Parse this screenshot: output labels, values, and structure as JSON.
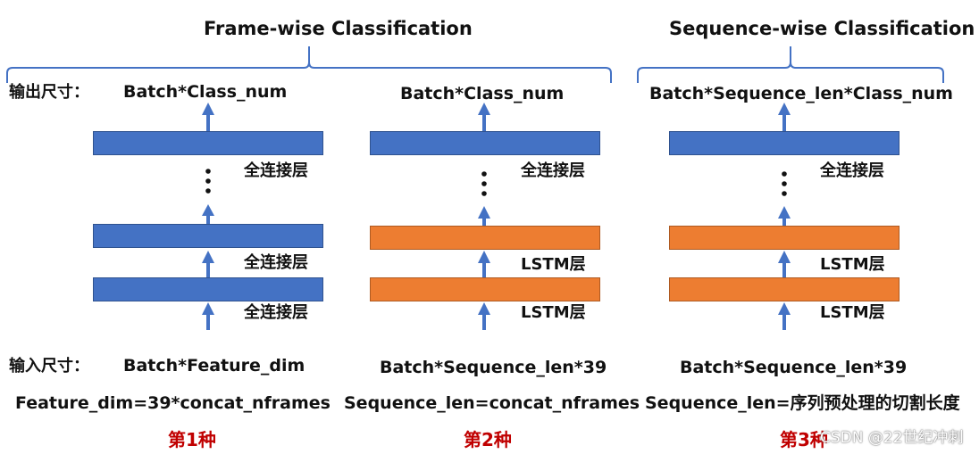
{
  "headers": {
    "frame": "Frame-wise Classification",
    "sequence": "Sequence-wise Classification"
  },
  "labels": {
    "output_size": "输出尺寸：",
    "input_size": "输入尺寸："
  },
  "columns": [
    {
      "output": "Batch*Class_num",
      "layers": [
        "全连接层",
        "全连接层",
        "全连接层"
      ],
      "input": "Batch*Feature_dim",
      "formula": "Feature_dim=39*concat_nframes",
      "caption": "第1种"
    },
    {
      "output": "Batch*Class_num",
      "layers": [
        "全连接层",
        "LSTM层",
        "LSTM层"
      ],
      "input": "Batch*Sequence_len*39",
      "formula": "Sequence_len=concat_nframes",
      "caption": "第2种"
    },
    {
      "output": "Batch*Sequence_len*Class_num",
      "layers": [
        "全连接层",
        "LSTM层",
        "LSTM层"
      ],
      "input": "Batch*Sequence_len*39",
      "formula": "Sequence_len=序列预处理的切割长度",
      "caption": "第3种"
    }
  ],
  "watermark": "CSDN @22世纪冲刺",
  "colors": {
    "fc_layer": "#4472c4",
    "lstm_layer": "#ed7d31",
    "arrow": "#4472c4",
    "brace": "#4472c4",
    "caption": "#c00000"
  }
}
